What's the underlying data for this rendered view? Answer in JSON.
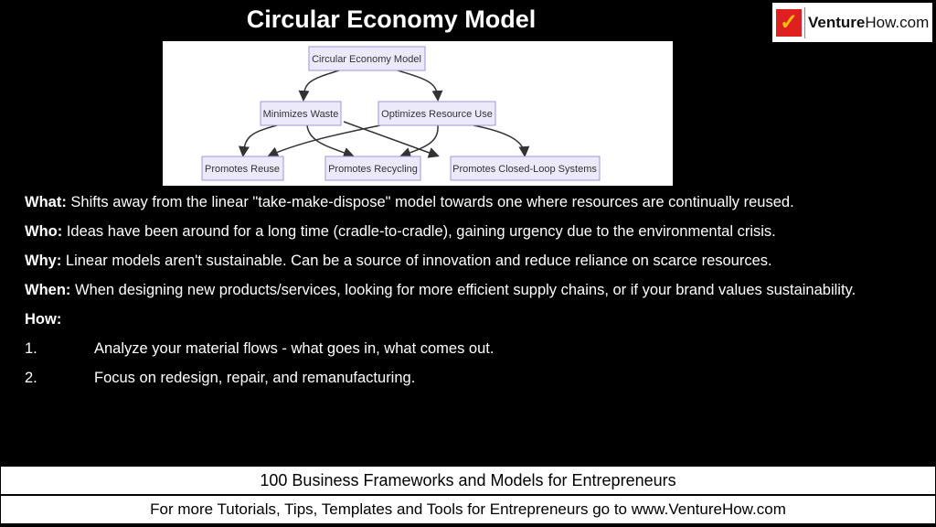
{
  "title": "Circular Economy Model",
  "logo": {
    "text_bold": "Venture",
    "text_rest": "How.com"
  },
  "diagram": {
    "nodes": [
      "Circular Economy Model",
      "Minimizes Waste",
      "Optimizes Resource Use",
      "Promotes Reuse",
      "Promotes Recycling",
      "Promotes Closed-Loop Systems"
    ]
  },
  "sections": {
    "what_label": "What:",
    "what": " Shifts away from the linear \"take-make-dispose\" model towards one where resources are continually reused.",
    "who_label": "Who:",
    "who": " Ideas have been around for a long time (cradle-to-cradle), gaining urgency due to the environmental crisis.",
    "why_label": "Why:",
    "why": " Linear models aren't sustainable. Can be a source of innovation and reduce reliance on scarce resources.",
    "when_label": "When:",
    "when": " When designing new products/services, looking for more efficient supply chains, or if your brand values sustainability.",
    "how_label": "How:",
    "steps": [
      {
        "n": "1.",
        "t": "Analyze your material flows - what goes in, what comes out."
      },
      {
        "n": "2.",
        "t": "Focus on redesign, repair, and remanufacturing."
      }
    ]
  },
  "footer": {
    "series": "100 Business Frameworks and Models for Entrepreneurs",
    "cta": "For more Tutorials, Tips, Templates and Tools for Entrepreneurs go to www.VentureHow.com"
  }
}
